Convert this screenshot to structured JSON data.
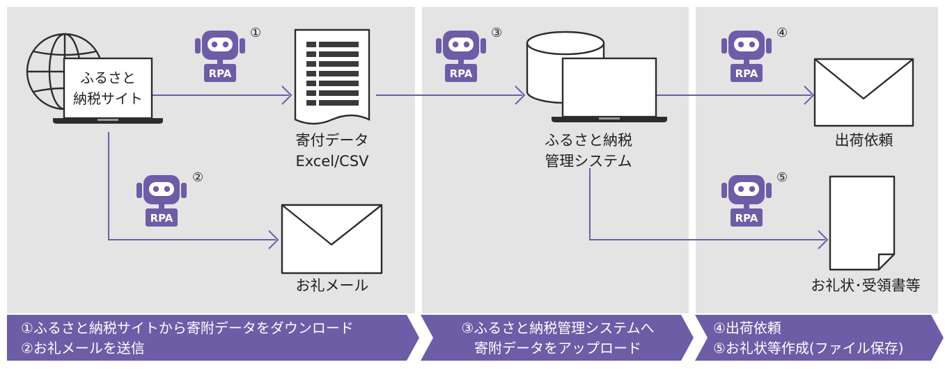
{
  "site": {
    "line1": "ふるさと",
    "line2": "納税サイト"
  },
  "rpa": {
    "label": "RPA"
  },
  "steps": [
    "①",
    "②",
    "③",
    "④",
    "⑤"
  ],
  "nodes": {
    "donation": {
      "line1": "寄付データ",
      "line2": "Excel/CSV"
    },
    "thanks_mail": "お礼メール",
    "system": {
      "line1": "ふるさと納税",
      "line2": "管理システム"
    },
    "shipping": "出荷依頼",
    "documents": "お礼状･受領書等"
  },
  "bands": [
    {
      "line1": "①ふるさと納税サイトから寄附データをダウンロード",
      "line2": "②お礼メールを送信"
    },
    {
      "line1": "③ふるさと納税管理システムへ",
      "line2": "寄附データをアップロード"
    },
    {
      "line1": "④出荷依頼",
      "line2": "⑤お礼状等作成(ファイル保存)"
    }
  ],
  "colors": {
    "accent": "#6d5ca6",
    "panel": "#e4e4e4",
    "text": "#1f1f1f"
  }
}
